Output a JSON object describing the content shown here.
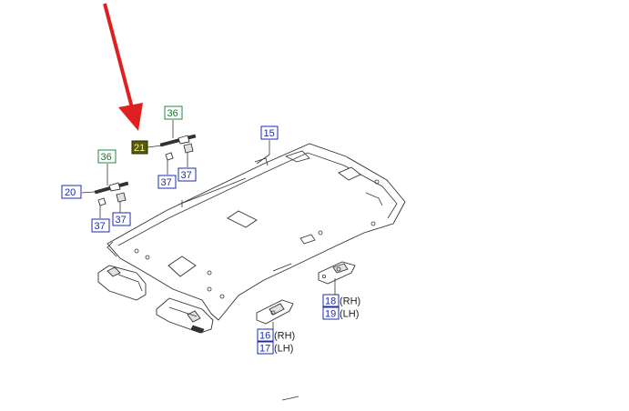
{
  "labels": {
    "l15": "15",
    "l16": "16",
    "l17": "17",
    "l18": "18",
    "l19": "19",
    "l20": "20",
    "l21": "21",
    "l36a": "36",
    "l36b": "36",
    "l37a": "37",
    "l37b": "37",
    "l37c": "37",
    "l37d": "37",
    "rh16": "(RH)",
    "lh17": "(LH)",
    "rh18": "(RH)",
    "lh19": "(LH)"
  },
  "colors": {
    "arrow": "#e02020",
    "label_border_blue": "#1a2bb0",
    "label_border_green": "#1f8a3a",
    "highlight_fill": "#5a5a00"
  },
  "icons": {
    "pointer": "red-arrow-icon"
  }
}
